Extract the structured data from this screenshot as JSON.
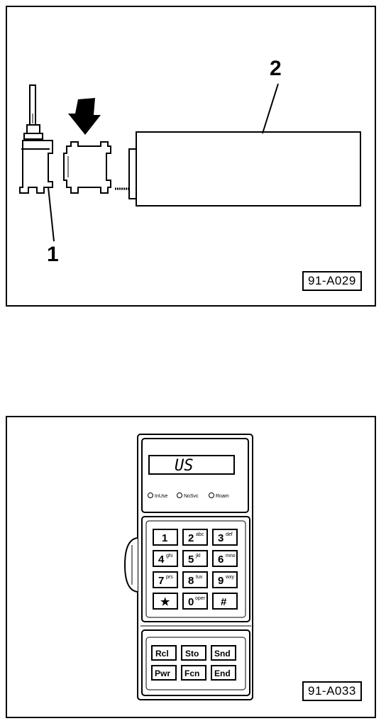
{
  "figure_top": {
    "callout_1": "1",
    "callout_2": "2",
    "ref": "91-A029"
  },
  "figure_bottom": {
    "display_text": "US",
    "indicators": [
      "InUse",
      "NoSvc",
      "Roam"
    ],
    "keys": [
      {
        "label": "1",
        "sub": ""
      },
      {
        "label": "2",
        "sub": "abc"
      },
      {
        "label": "3",
        "sub": "def"
      },
      {
        "label": "4",
        "sub": "ghi"
      },
      {
        "label": "5",
        "sub": "jkl"
      },
      {
        "label": "6",
        "sub": "mno"
      },
      {
        "label": "7",
        "sub": "prs"
      },
      {
        "label": "8",
        "sub": "tuv"
      },
      {
        "label": "9",
        "sub": "wxy"
      },
      {
        "label": "★",
        "sub": ""
      },
      {
        "label": "0",
        "sub": "oper"
      },
      {
        "label": "#",
        "sub": ""
      }
    ],
    "function_keys": [
      "Rcl",
      "Sto",
      "Snd",
      "Pwr",
      "Fcn",
      "End"
    ],
    "ref": "91-A033"
  }
}
